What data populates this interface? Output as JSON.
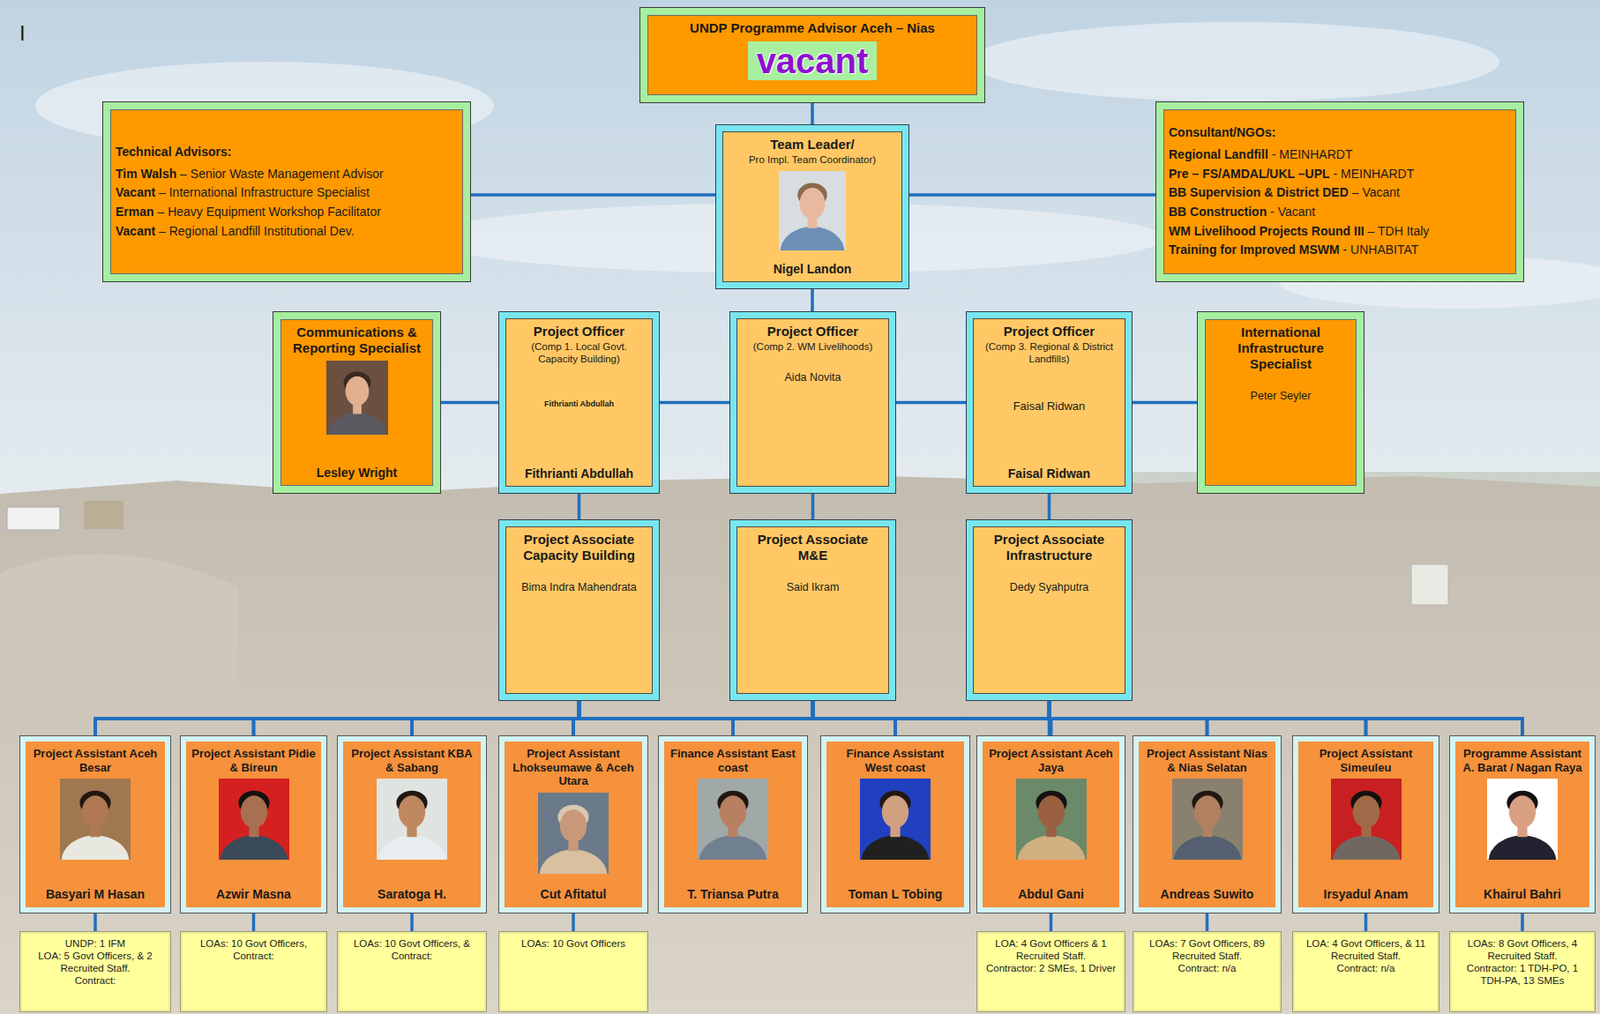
{
  "diagram": {
    "nodes": [
      {
        "text": [
          "UNDP Programme Advisor Aceh – Nias",
          "vacant"
        ]
      },
      {
        "text": [
          "Technical Advisors:",
          "Tim Walsh – Senior Waste Management Advisor",
          "Vacant – International Infrastructure Specialist",
          "Erman – Heavy Equipment Workshop Facilitator",
          "Vacant – Regional Landfill Institutional Dev."
        ]
      },
      {
        "text": [
          "Team Leader/",
          "Pro Impl. Team Coordinator)",
          "Nigel Landon"
        ]
      },
      {
        "text": [
          "Consultant/NGOs:",
          "Regional Landfill - MEINHARDT",
          "Pre – FS/AMDAL/UKL –UPL - MEINHARDT",
          "BB Supervision & District DED – Vacant",
          "BB Construction - Vacant",
          "WM Livelihood Projects Round III – TDH Italy",
          "Training for Improved MSWM - UNHABITAT"
        ]
      },
      {
        "text": [
          "Communications & Reporting Specialist",
          "Lesley Wright"
        ]
      },
      {
        "text": [
          "Project Officer",
          "(Comp 1. Local Govt. Capacity Building)",
          "Fithrianti Abdullah",
          "Fithrianti Abdullah"
        ]
      },
      {
        "text": [
          "Project Officer",
          "(Comp 2. WM Livelihoods)",
          "Aida Novita"
        ]
      },
      {
        "text": [
          "Project Officer",
          "(Comp 3. Regional & District Landfills)",
          "Faisal Ridwan",
          "Faisal Ridwan"
        ]
      },
      {
        "text": [
          "International Infrastructure Specialist",
          "Peter Seyler"
        ]
      },
      {
        "text": [
          "Project Associate Capacity Building",
          "Bima Indra Mahendrata"
        ]
      },
      {
        "text": [
          "Project Associate M&E",
          "Said Ikram"
        ]
      },
      {
        "text": [
          "Project Associate Infrastructure",
          "Dedy Syahputra"
        ]
      },
      {
        "text": [
          "Project Assistant Aceh Besar",
          "Basyari M Hasan"
        ]
      },
      {
        "text": [
          "Project Assistant Pidie & Bireun",
          "Azwir Masna"
        ]
      },
      {
        "text": [
          "Project Assistant KBA & Sabang",
          "Saratoga H."
        ]
      },
      {
        "text": [
          "Project Assistant Lhokseumawe & Aceh Utara",
          "Cut Afitatul"
        ]
      },
      {
        "text": [
          "Finance Assistant East coast",
          "T. Triansa Putra"
        ]
      },
      {
        "text": [
          "Finance Assistant West coast",
          "Toman L Tobing"
        ]
      },
      {
        "text": [
          "Project Assistant Aceh Jaya",
          "Abdul Gani"
        ]
      },
      {
        "text": [
          "Project Assistant Nias & Nias Selatan",
          "Andreas Suwito"
        ]
      },
      {
        "text": [
          "Project Assistant Simeuleu",
          "Irsyadul Anam"
        ]
      },
      {
        "text": [
          "Programme Assistant A. Barat / Nagan Raya",
          "Khairul Bahri"
        ]
      },
      {
        "text": [
          "UNDP: 1 IFM",
          "LOA: 5 Govt Officers, & 2 Recruited Staff.",
          "Contract:"
        ]
      },
      {
        "text": [
          "LOAs: 10 Govt Officers,",
          "Contract:"
        ]
      },
      {
        "text": [
          "LOAs: 10 Govt Officers, &",
          "Contract:"
        ]
      },
      {
        "text": [
          "LOAs: 10 Govt Officers"
        ]
      },
      {
        "text": [
          "LOA: 4 Govt Officers & 1 Recruited Staff.",
          "Contractor: 2 SMEs, 1 Driver"
        ]
      },
      {
        "text": [
          "LOAs: 7 Govt Officers, 89 Recruited Staff.",
          "Contract: n/a"
        ]
      },
      {
        "text": [
          "LOA: 4 Govt Officers, & 11 Recruited Staff.",
          "Contract: n/a"
        ]
      },
      {
        "text": [
          "LOAs: 8 Govt Officers, 4 Recruited Staff.",
          "Contractor: 1 TDH-PO, 1 TDH-PA, 13 SMEs"
        ]
      }
    ],
    "edges": [
      {
        "from": 0,
        "to": 2,
        "arrow": "none"
      },
      {
        "from": 1,
        "to": 2,
        "arrow": "none"
      },
      {
        "from": 2,
        "to": 3,
        "arrow": "none"
      },
      {
        "from": 2,
        "to": 6,
        "arrow": "none"
      },
      {
        "from": 6,
        "to": 5,
        "arrow": "none"
      },
      {
        "from": 5,
        "to": 4,
        "arrow": "none"
      },
      {
        "from": 6,
        "to": 7,
        "arrow": "none"
      },
      {
        "from": 7,
        "to": 8,
        "arrow": "none"
      },
      {
        "from": 5,
        "to": 9,
        "arrow": "none"
      },
      {
        "from": 6,
        "to": 10,
        "arrow": "none"
      },
      {
        "from": 7,
        "to": 11,
        "arrow": "none"
      },
      {
        "from": 9,
        "to": 12,
        "arrow": "none"
      },
      {
        "from": 9,
        "to": 13,
        "arrow": "none"
      },
      {
        "from": 9,
        "to": 14,
        "arrow": "none"
      },
      {
        "from": 9,
        "to": 15,
        "arrow": "none"
      },
      {
        "from": 9,
        "to": 16,
        "arrow": "none"
      },
      {
        "from": 9,
        "to": 17,
        "arrow": "none"
      },
      {
        "from": 9,
        "to": 18,
        "arrow": "none"
      },
      {
        "from": 9,
        "to": 19,
        "arrow": "none"
      },
      {
        "from": 9,
        "to": 20,
        "arrow": "none"
      },
      {
        "from": 9,
        "to": 21,
        "arrow": "none"
      },
      {
        "from": 10,
        "to": 12,
        "arrow": "none"
      },
      {
        "from": 10,
        "to": 13,
        "arrow": "none"
      },
      {
        "from": 10,
        "to": 14,
        "arrow": "none"
      },
      {
        "from": 10,
        "to": 15,
        "arrow": "none"
      },
      {
        "from": 10,
        "to": 16,
        "arrow": "none"
      },
      {
        "from": 10,
        "to": 17,
        "arrow": "none"
      },
      {
        "from": 10,
        "to": 18,
        "arrow": "none"
      },
      {
        "from": 10,
        "to": 19,
        "arrow": "none"
      },
      {
        "from": 10,
        "to": 20,
        "arrow": "none"
      },
      {
        "from": 10,
        "to": 21,
        "arrow": "none"
      },
      {
        "from": 11,
        "to": 12,
        "arrow": "none"
      },
      {
        "from": 11,
        "to": 13,
        "arrow": "none"
      },
      {
        "from": 11,
        "to": 14,
        "arrow": "none"
      },
      {
        "from": 11,
        "to": 15,
        "arrow": "none"
      },
      {
        "from": 11,
        "to": 16,
        "arrow": "none"
      },
      {
        "from": 11,
        "to": 17,
        "arrow": "none"
      },
      {
        "from": 11,
        "to": 18,
        "arrow": "none"
      },
      {
        "from": 11,
        "to": 19,
        "arrow": "none"
      },
      {
        "from": 11,
        "to": 20,
        "arrow": "none"
      },
      {
        "from": 11,
        "to": 21,
        "arrow": "none"
      },
      {
        "from": 12,
        "to": 22,
        "arrow": "none"
      },
      {
        "from": 13,
        "to": 23,
        "arrow": "none"
      },
      {
        "from": 14,
        "to": 24,
        "arrow": "none"
      },
      {
        "from": 15,
        "to": 25,
        "arrow": "none"
      },
      {
        "from": 18,
        "to": 26,
        "arrow": "none"
      },
      {
        "from": 19,
        "to": 27,
        "arrow": "none"
      },
      {
        "from": 20,
        "to": 28,
        "arrow": "none"
      },
      {
        "from": 21,
        "to": 29,
        "arrow": "none"
      }
    ],
    "labels": [
      "I"
    ]
  }
}
